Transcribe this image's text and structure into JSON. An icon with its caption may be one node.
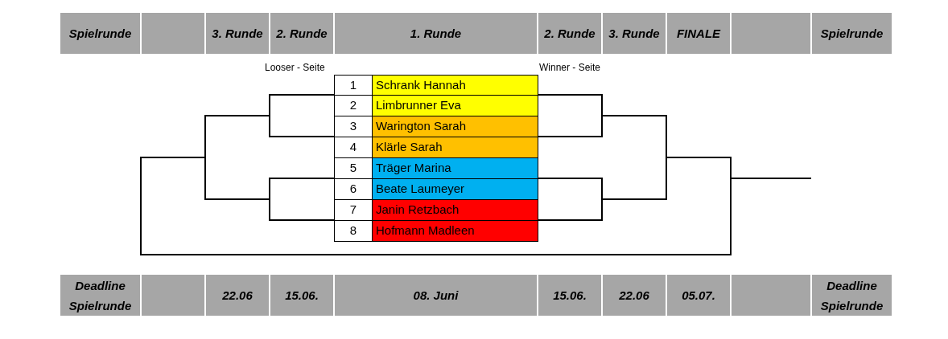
{
  "diagram": {
    "nodes": [
      {
        "text": [
          "1",
          "Schrank Hannah"
        ]
      },
      {
        "text": [
          "2",
          "Limbrunner Eva"
        ]
      },
      {
        "text": [
          "3",
          "Warington Sarah"
        ]
      },
      {
        "text": [
          "4",
          "Klärle Sarah"
        ]
      },
      {
        "text": [
          "5",
          "Träger Marina"
        ]
      },
      {
        "text": [
          "6",
          "Beate Laumeyer"
        ]
      },
      {
        "text": [
          "7",
          "Janin Retzbach"
        ]
      },
      {
        "text": [
          "8",
          "Hofmann Madleen"
        ]
      }
    ],
    "labels": [
      "Spielrunde",
      "3. Runde",
      "2. Runde",
      "1. Runde",
      "2. Runde",
      "3. Runde",
      "FINALE",
      "Spielrunde",
      "Looser - Seite",
      "Winner - Seite",
      "Deadline Spielrunde",
      "22.06",
      "15.06.",
      "08. Juni",
      "15.06.",
      "22.06",
      "05.07.",
      "Deadline Spielrunde"
    ]
  }
}
